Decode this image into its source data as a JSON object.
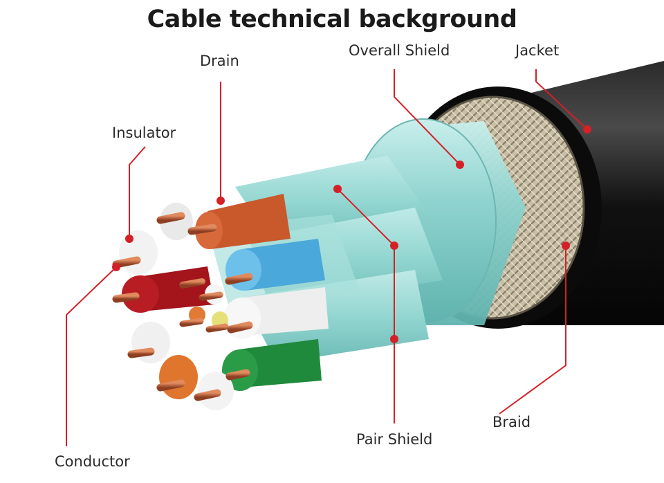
{
  "title": "Cable technical background",
  "labels": {
    "drain": "Drain",
    "overall_shield": "Overall Shield",
    "jacket": "Jacket",
    "insulator": "Insulator",
    "conductor": "Conductor",
    "pair_shield": "Pair Shield",
    "braid": "Braid"
  },
  "colors": {
    "callout": "#d42027",
    "jacket": "#111111",
    "shield": "#8fd3cf",
    "braid": "#c9bfa7",
    "copper": "#c0623a"
  }
}
